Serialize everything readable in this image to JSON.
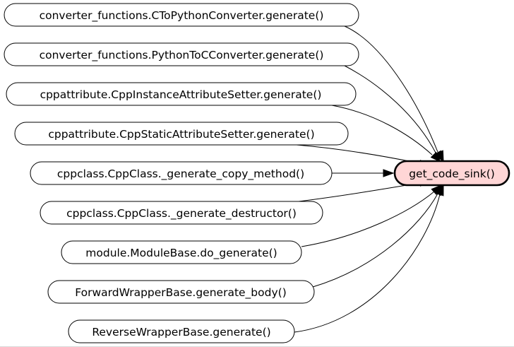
{
  "diagram": {
    "target": {
      "label": "get_code_sink()"
    },
    "callers": [
      {
        "label": "converter_functions.CToPythonConverter.generate()"
      },
      {
        "label": "converter_functions.PythonToCConverter.generate()"
      },
      {
        "label": "cppattribute.CppInstanceAttributeSetter.generate()"
      },
      {
        "label": "cppattribute.CppStaticAttributeSetter.generate()"
      },
      {
        "label": "cppclass.CppClass._generate_copy_method()"
      },
      {
        "label": "cppclass.CppClass._generate_destructor()"
      },
      {
        "label": "module.ModuleBase.do_generate()"
      },
      {
        "label": "ForwardWrapperBase.generate_body()"
      },
      {
        "label": "ReverseWrapperBase.generate()"
      }
    ],
    "colors": {
      "target_fill": "#ffd6d6",
      "node_fill": "#ffffff",
      "stroke": "#000000"
    }
  }
}
